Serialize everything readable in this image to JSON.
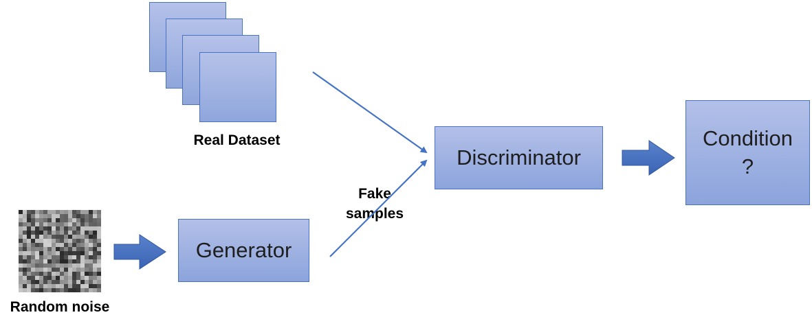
{
  "labels": {
    "real_dataset": "Real Dataset",
    "random_noise": "Random noise",
    "fake_samples_line1": "Fake",
    "fake_samples_line2": "samples"
  },
  "nodes": {
    "generator": "Generator",
    "discriminator": "Discriminator",
    "condition_line1": "Condition",
    "condition_line2": "?"
  },
  "colors": {
    "box_fill_top": "#b3c0e8",
    "box_fill_bottom": "#8ca4dc",
    "box_border": "#4a72c4",
    "arrow": "#4472c4",
    "block_arrow": "#4472c4"
  }
}
